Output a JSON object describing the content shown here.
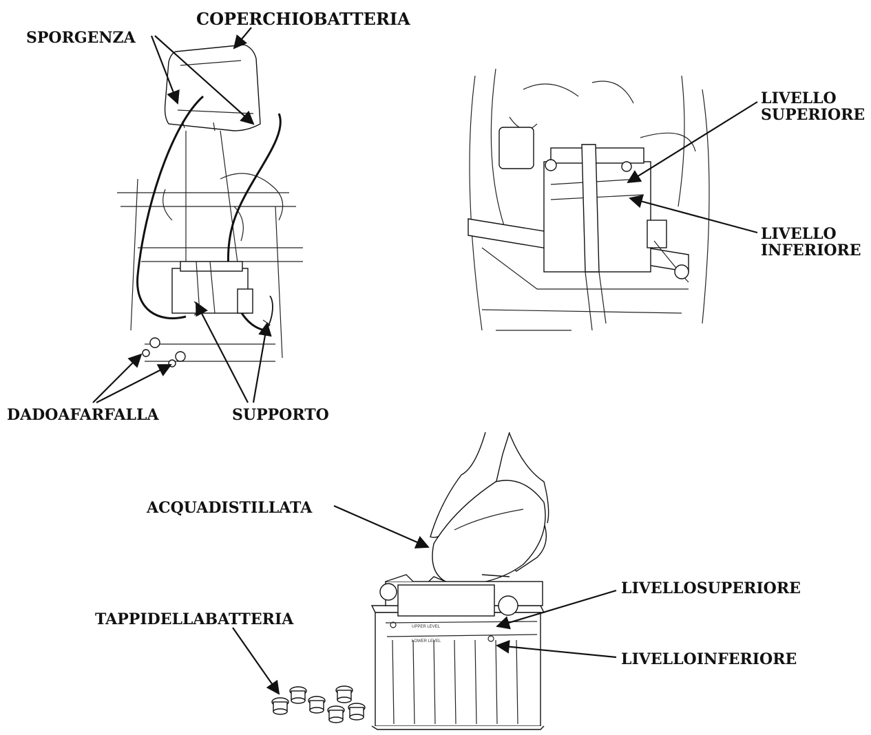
{
  "labels": {
    "battery_cover": "COPERCHIOBATTERIA",
    "tab": "SPORGENZA",
    "wing_nut": "DADOAFARFALLA",
    "holder": "SUPPORTO",
    "upper_level_1": "LIVELLO",
    "upper_level_2": "SUPERIORE",
    "lower_level_1": "LIVELLO",
    "lower_level_2": "INFERIORE",
    "distilled_water": "ACQUADISTILLATA",
    "upper_level_combined": "LIVELLOSUPERIORE",
    "lower_level_combined": "LIVELLOINFERIORE",
    "battery_caps": "TAPPIDELLABATTERIA",
    "case_upper_mark": "UPPER LEVEL",
    "case_lower_mark": "LOWER LEVEL"
  }
}
